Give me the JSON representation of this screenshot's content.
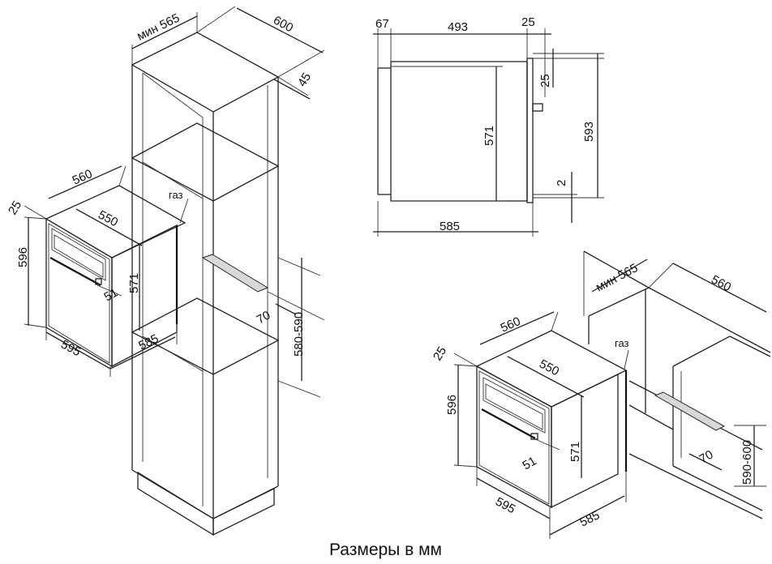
{
  "caption": "Размеры в мм",
  "tall_cabinet": {
    "depth_min": "мин 565",
    "depth": "600",
    "back_gap": "45",
    "vent_depth": "70",
    "niche_height": "580-590"
  },
  "oven_left": {
    "width_top": "560",
    "depth_top": "550",
    "front_offset": "25",
    "front_height": "596",
    "gas_label": "газ",
    "body_height": "571",
    "handle_depth": "51",
    "front_width": "595",
    "body_depth": "585"
  },
  "side_view": {
    "front_thickness": "67",
    "body_length": "493",
    "rear_offset": "25",
    "top_offset": "25",
    "body_height": "571",
    "total_height": "593",
    "bottom_gap": "2",
    "total_depth": "585"
  },
  "undercounter": {
    "depth_min": "мин 565",
    "depth": "560",
    "niche_height": "590-600",
    "vent_depth": "70"
  },
  "oven_right": {
    "width_top": "560",
    "depth_top": "550",
    "front_offset": "25",
    "front_height": "596",
    "gas_label": "газ",
    "body_height": "571",
    "handle_depth": "51",
    "front_width": "595",
    "body_depth": "585"
  }
}
